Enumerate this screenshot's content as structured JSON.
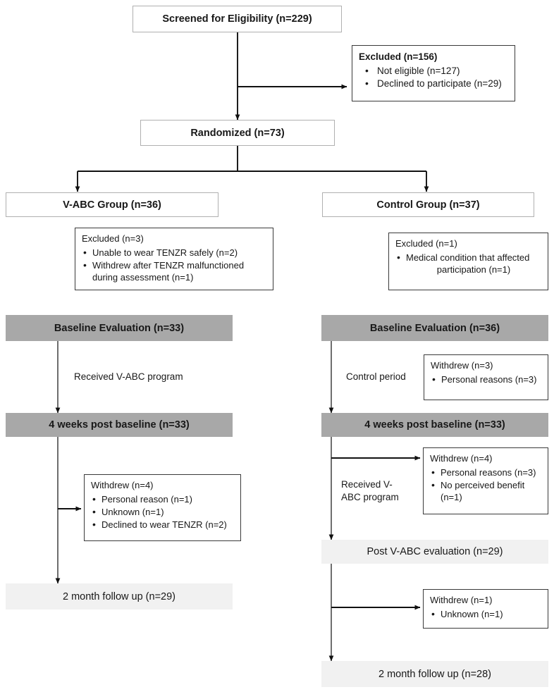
{
  "diagram": {
    "title": "CONSORT participant flow diagram",
    "colors": {
      "stage_bar": "#a8a8a8",
      "followup_bar": "#f1f1f1",
      "thin_border": "#b0b0b0",
      "dark_border": "#3a3a3a",
      "text": "#181818"
    }
  },
  "screened": {
    "label": "Screened for Eligibility (n=229)"
  },
  "excluded_top": {
    "heading": "Excluded (n=156)",
    "items": [
      "Not eligible (n=127)",
      "Declined to participate (n=29)"
    ]
  },
  "randomized": {
    "label": "Randomized (n=73)"
  },
  "groups": {
    "intervention": {
      "label": "V-ABC Group (n=36)"
    },
    "control": {
      "label": "Control Group (n=37)"
    }
  },
  "excluded_intervention": {
    "heading": "Excluded (n=3)",
    "items": [
      "Unable to wear TENZR safely (n=2)",
      "Withdrew after TENZR malfunctioned"
    ],
    "item2_continuation": "during assessment (n=1)"
  },
  "excluded_control": {
    "heading": "Excluded (n=1)",
    "items": [
      "Medical condition that affected"
    ],
    "item1_continuation": "participation (n=1)"
  },
  "left_column": {
    "baseline": "Baseline Evaluation (n=33)",
    "period_label": "Received V-ABC program",
    "four_weeks": "4 weeks post baseline (n=33)",
    "withdrew": {
      "heading": "Withdrew (n=4)",
      "items": [
        "Personal reason (n=1)",
        "Unknown (n=1)",
        "Declined to wear TENZR (n=2)"
      ]
    },
    "followup": "2 month follow up (n=29)"
  },
  "right_column": {
    "baseline": "Baseline Evaluation (n=36)",
    "period_label": "Control period",
    "withdrew_control": {
      "heading": "Withdrew (n=3)",
      "items": [
        "Personal reasons (n=3)"
      ]
    },
    "four_weeks": "4 weeks post baseline (n=33)",
    "period_label_2": "Received V-ABC program",
    "withdrew_program": {
      "heading": "Withdrew (n=4)",
      "items": [
        "Personal reasons (n=3)",
        "No perceived benefit"
      ],
      "item2_continuation": "(n=1)"
    },
    "post_eval": "Post V-ABC evaluation (n=29)",
    "withdrew_post": {
      "heading": "Withdrew (n=1)",
      "items": [
        "Unknown (n=1)"
      ]
    },
    "followup": "2 month follow up (n=28)"
  }
}
